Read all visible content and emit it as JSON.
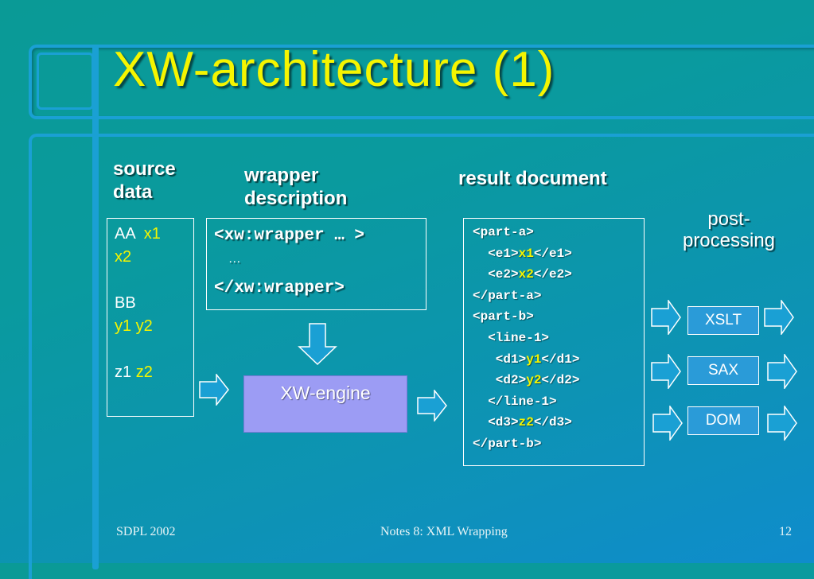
{
  "slide": {
    "title": "XW-architecture (1)",
    "footer": {
      "left": "SDPL 2002",
      "center": "Notes 8: XML Wrapping",
      "right": "12"
    }
  },
  "labels": {
    "source_data": [
      "source",
      "data"
    ],
    "wrapper_description": [
      "wrapper",
      "description"
    ],
    "result_document": "result document",
    "post_processing": [
      "post-",
      "processing"
    ]
  },
  "source_data_box": {
    "lines": [
      [
        {
          "text": "AA  ",
          "highlight": false
        },
        {
          "text": "x1",
          "highlight": true
        }
      ],
      [
        {
          "text": "x2",
          "highlight": true
        }
      ],
      [
        {
          "text": "",
          "highlight": false
        }
      ],
      [
        {
          "text": "BB",
          "highlight": false
        }
      ],
      [
        {
          "text": "y1 y2",
          "highlight": true
        }
      ],
      [
        {
          "text": "",
          "highlight": false
        }
      ],
      [
        {
          "text": "z1 ",
          "highlight": false
        },
        {
          "text": "z2",
          "highlight": true
        }
      ]
    ]
  },
  "wrapper_box": {
    "lines": [
      "<xw:wrapper … >",
      "    …",
      "</xw:wrapper>"
    ]
  },
  "engine": {
    "label": "XW-engine"
  },
  "result_box": {
    "lines": [
      [
        {
          "text": "<part-a>",
          "highlight": false
        }
      ],
      [
        {
          "text": "  <e1>",
          "highlight": false
        },
        {
          "text": "x1",
          "highlight": true
        },
        {
          "text": "</e1>",
          "highlight": false
        }
      ],
      [
        {
          "text": "  <e2>",
          "highlight": false
        },
        {
          "text": "x2",
          "highlight": true
        },
        {
          "text": "</e2>",
          "highlight": false
        }
      ],
      [
        {
          "text": "</part-a>",
          "highlight": false
        }
      ],
      [
        {
          "text": "<part-b>",
          "highlight": false
        }
      ],
      [
        {
          "text": "  <line-1>",
          "highlight": false
        }
      ],
      [
        {
          "text": "   <d1>",
          "highlight": false
        },
        {
          "text": "y1",
          "highlight": true
        },
        {
          "text": "</d1>",
          "highlight": false
        }
      ],
      [
        {
          "text": "   <d2>",
          "highlight": false
        },
        {
          "text": "y2",
          "highlight": true
        },
        {
          "text": "</d2>",
          "highlight": false
        }
      ],
      [
        {
          "text": "  </line-1>",
          "highlight": false
        }
      ],
      [
        {
          "text": "  <d3>",
          "highlight": false
        },
        {
          "text": "z2",
          "highlight": true
        },
        {
          "text": "</d3>",
          "highlight": false
        }
      ],
      [
        {
          "text": "</part-b>",
          "highlight": false
        }
      ]
    ]
  },
  "post_processors": [
    "XSLT",
    "SAX",
    "DOM"
  ],
  "colors": {
    "title": "#f5f500",
    "highlight": "#f5f500",
    "engine": "#9c9cf4",
    "tool": "#2a9bd8",
    "frame": "#1aa0d4"
  }
}
